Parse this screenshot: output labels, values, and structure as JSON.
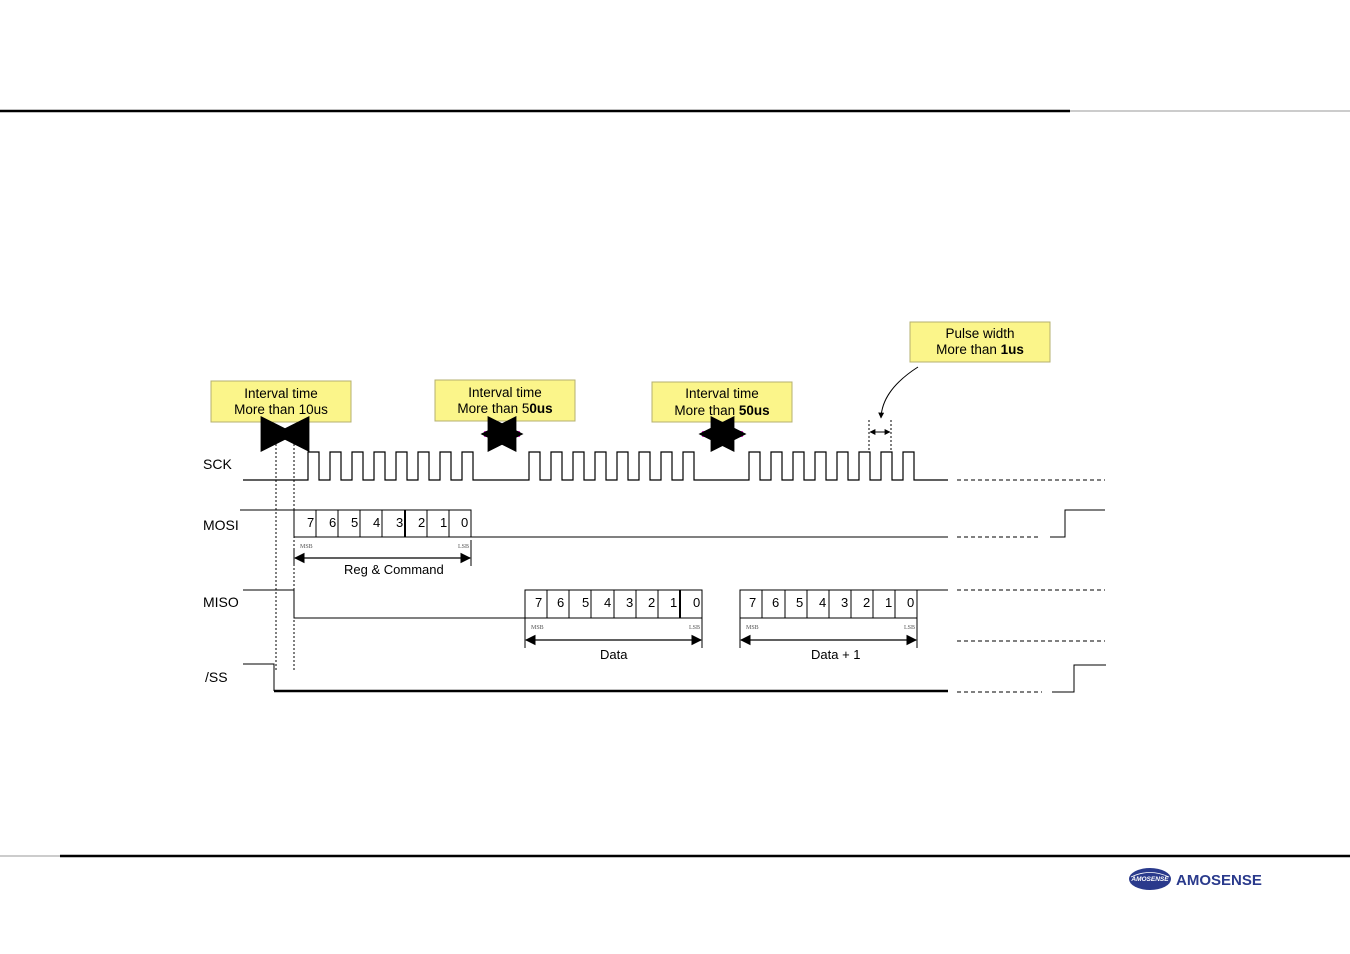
{
  "signals": {
    "sck": "SCK",
    "mosi": "MOSI",
    "miso": "MISO",
    "ss": "/SS"
  },
  "bits": [
    "7",
    "6",
    "5",
    "4",
    "3",
    "2",
    "1",
    "0"
  ],
  "bit_markers": {
    "msb": "MSB",
    "lsb": "LSB"
  },
  "spans": {
    "reg_command": "Reg  & Command",
    "data": "Data",
    "data_plus_1": "Data + 1"
  },
  "notes": {
    "interval_10": {
      "line1": "Interval time",
      "line2_prefix": "More than ",
      "line2_value": "10us"
    },
    "interval_50a": {
      "line1": "Interval time",
      "line2_prefix": "More than 5",
      "line2_value": "0us"
    },
    "interval_50b": {
      "line1": "Interval time",
      "line2_prefix": "More than ",
      "line2_value": "50us"
    },
    "pulse_width": {
      "line1": "Pulse width",
      "line2_prefix": "More than ",
      "line2_value": "1us"
    }
  },
  "brand": {
    "logo_text": "AMOSENSE",
    "name": "AMOSENSE"
  },
  "colors": {
    "note_fill": "#fbf58a",
    "note_stroke": "#b5b070",
    "interval_arrow": "#e838d8",
    "brand_blue": "#2a3a8c"
  },
  "icons": {
    "logo": "amosense-logo-icon"
  }
}
